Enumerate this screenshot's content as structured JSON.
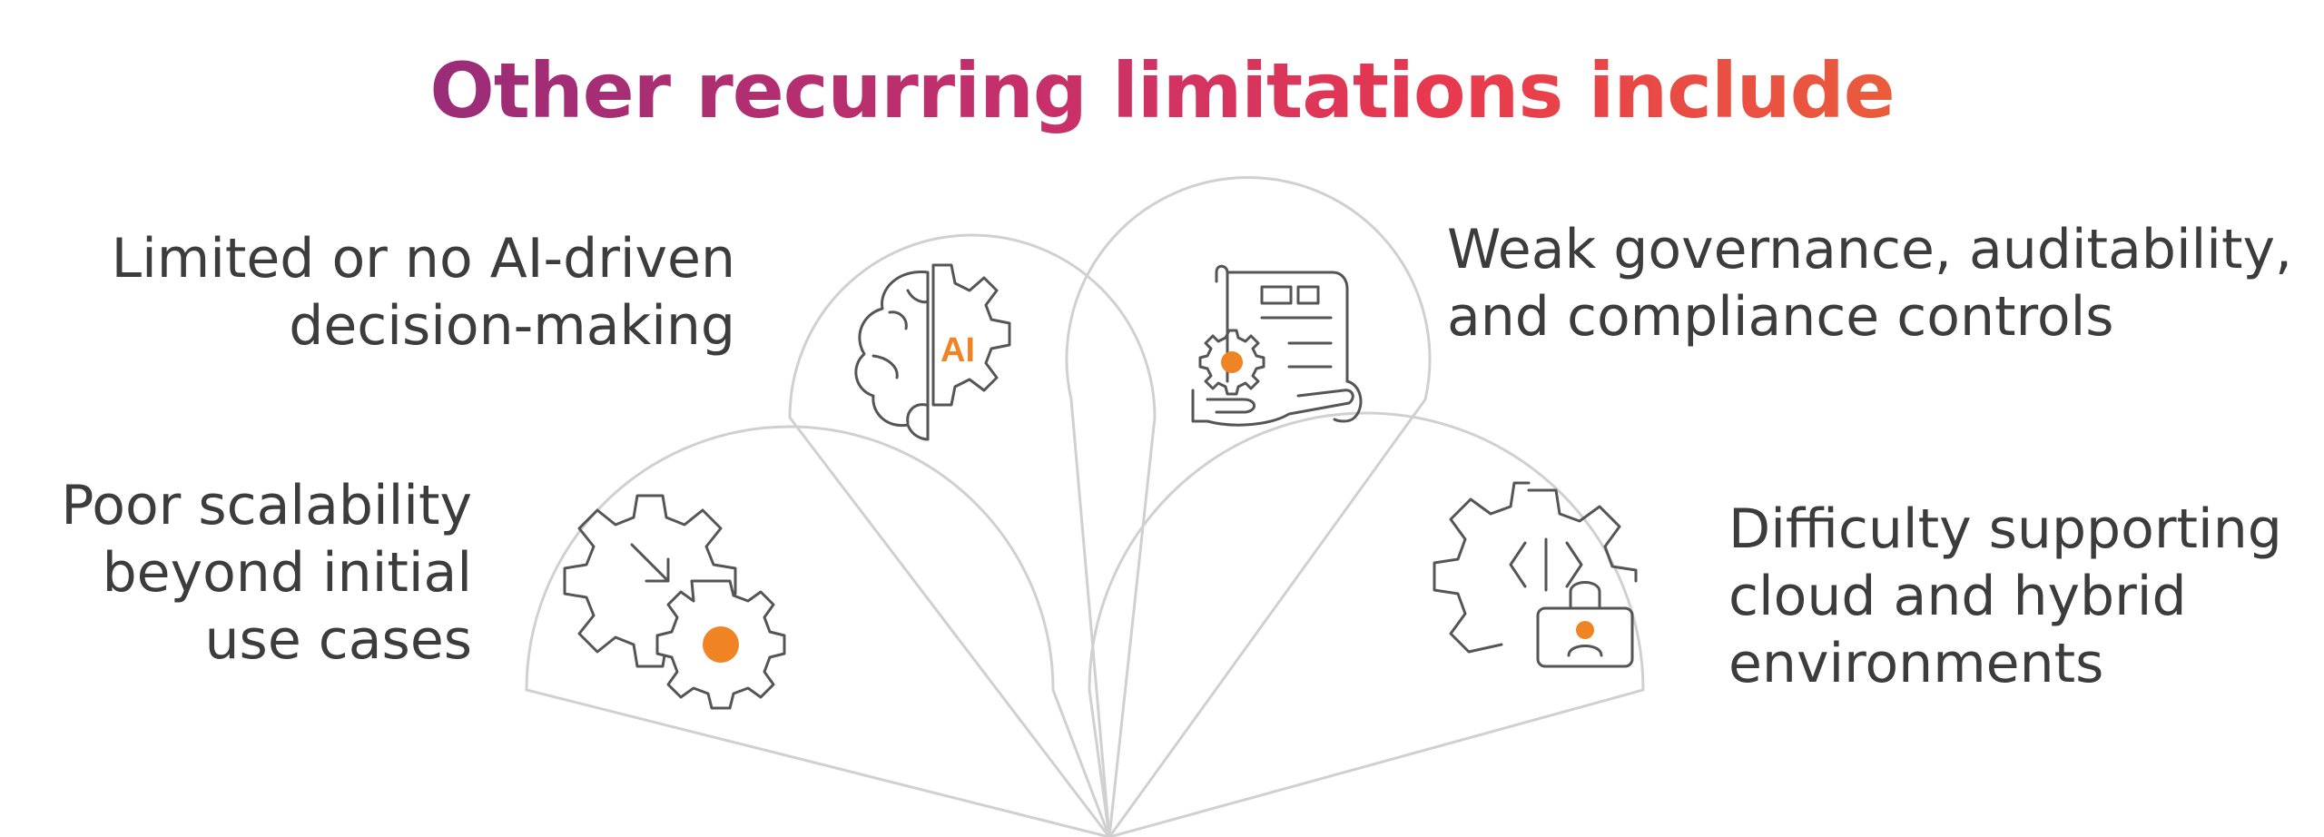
{
  "title": "Other recurring limitations include",
  "colors": {
    "title_gradient_start": "#7a2a82",
    "title_gradient_mid": "#e8394f",
    "title_gradient_end": "#ec7d29",
    "petal_stroke": "#d0d0d0",
    "icon_stroke": "#555555",
    "accent": "#f08424",
    "text": "#3c3c3c"
  },
  "items": [
    {
      "id": "ai",
      "lines": [
        "Limited or no AI-driven",
        "decision-making"
      ],
      "icon": "ai-brain-gear-icon",
      "icon_text": "AI"
    },
    {
      "id": "governance",
      "lines": [
        "Weak governance, auditability,",
        "and compliance controls"
      ],
      "icon": "document-gear-hand-icon"
    },
    {
      "id": "scalability",
      "lines": [
        "Poor scalability",
        "beyond initial",
        "use cases"
      ],
      "icon": "gears-arrow-icon"
    },
    {
      "id": "cloud",
      "lines": [
        "Difficulty supporting",
        "cloud and hybrid",
        "environments"
      ],
      "icon": "gear-code-lock-icon"
    }
  ]
}
